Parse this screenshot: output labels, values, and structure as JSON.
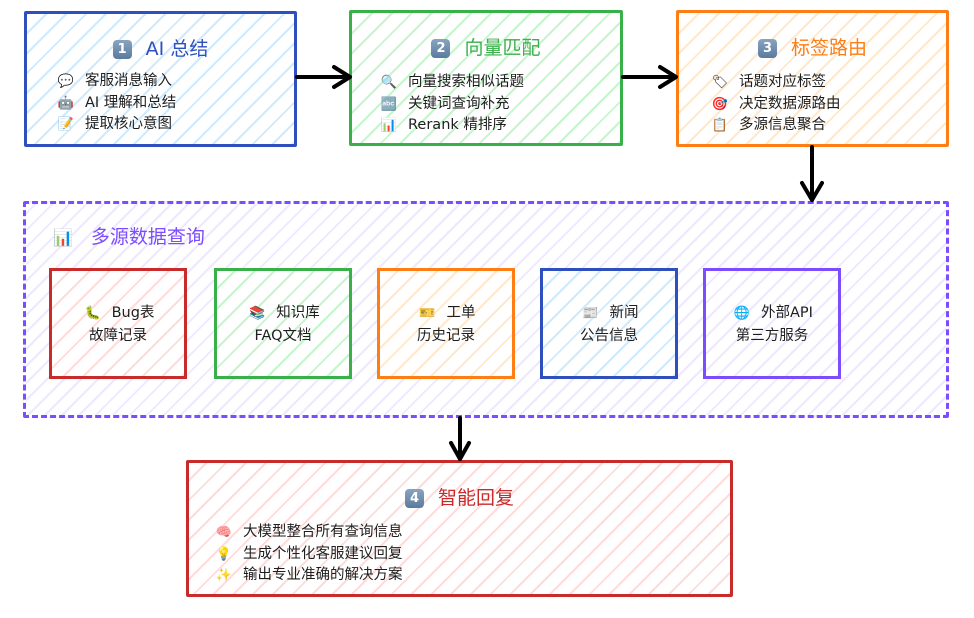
{
  "colors": {
    "blue": "#2f4fbf",
    "green": "#3ab04a",
    "orange": "#fd7e14",
    "red": "#c92a2a",
    "purple": "#7c4dff",
    "arrow": "#000000"
  },
  "steps": [
    {
      "badge": "1",
      "title": "AI 总结",
      "items": [
        {
          "icon": "speech-bubble-icon",
          "glyph": "💬",
          "text": "客服消息输入"
        },
        {
          "icon": "robot-icon",
          "glyph": "🤖",
          "text": "AI 理解和总结"
        },
        {
          "icon": "memo-icon",
          "glyph": "📝",
          "text": "提取核心意图"
        }
      ]
    },
    {
      "badge": "2",
      "title": "向量匹配",
      "items": [
        {
          "icon": "magnifier-icon",
          "glyph": "🔍",
          "text": "向量搜索相似话题"
        },
        {
          "icon": "abc-icon",
          "glyph": "🔤",
          "text": "关键词查询补充"
        },
        {
          "icon": "bar-chart-icon",
          "glyph": "📊",
          "text": "Rerank 精排序"
        }
      ]
    },
    {
      "badge": "3",
      "title": "标签路由",
      "items": [
        {
          "icon": "tag-icon",
          "glyph": "🏷",
          "text": "话题对应标签"
        },
        {
          "icon": "target-icon",
          "glyph": "🎯",
          "text": "决定数据源路由"
        },
        {
          "icon": "clipboard-icon",
          "glyph": "📋",
          "text": "多源信息聚合"
        }
      ]
    },
    {
      "badge": "4",
      "title": "智能回复",
      "items": [
        {
          "icon": "brain-icon",
          "glyph": "🧠",
          "text": "大模型整合所有查询信息"
        },
        {
          "icon": "lightbulb-icon",
          "glyph": "💡",
          "text": "生成个性化客服建议回复"
        },
        {
          "icon": "sparkles-icon",
          "glyph": "✨",
          "text": "输出专业准确的解决方案"
        }
      ]
    }
  ],
  "datasources": {
    "icon": "bar-chart-icon",
    "glyph": "📊",
    "title": "多源数据查询",
    "sources": [
      {
        "icon": "bug-icon",
        "glyph": "🐛",
        "line1": "Bug表",
        "line2": "故障记录"
      },
      {
        "icon": "books-icon",
        "glyph": "📚",
        "line1": "知识库",
        "line2": "FAQ文档"
      },
      {
        "icon": "ticket-icon",
        "glyph": "🎫",
        "line1": "工单",
        "line2": "历史记录"
      },
      {
        "icon": "newspaper-icon",
        "glyph": "📰",
        "line1": "新闻",
        "line2": "公告信息"
      },
      {
        "icon": "globe-icon",
        "glyph": "🌐",
        "line1": "外部API",
        "line2": "第三方服务"
      }
    ]
  }
}
